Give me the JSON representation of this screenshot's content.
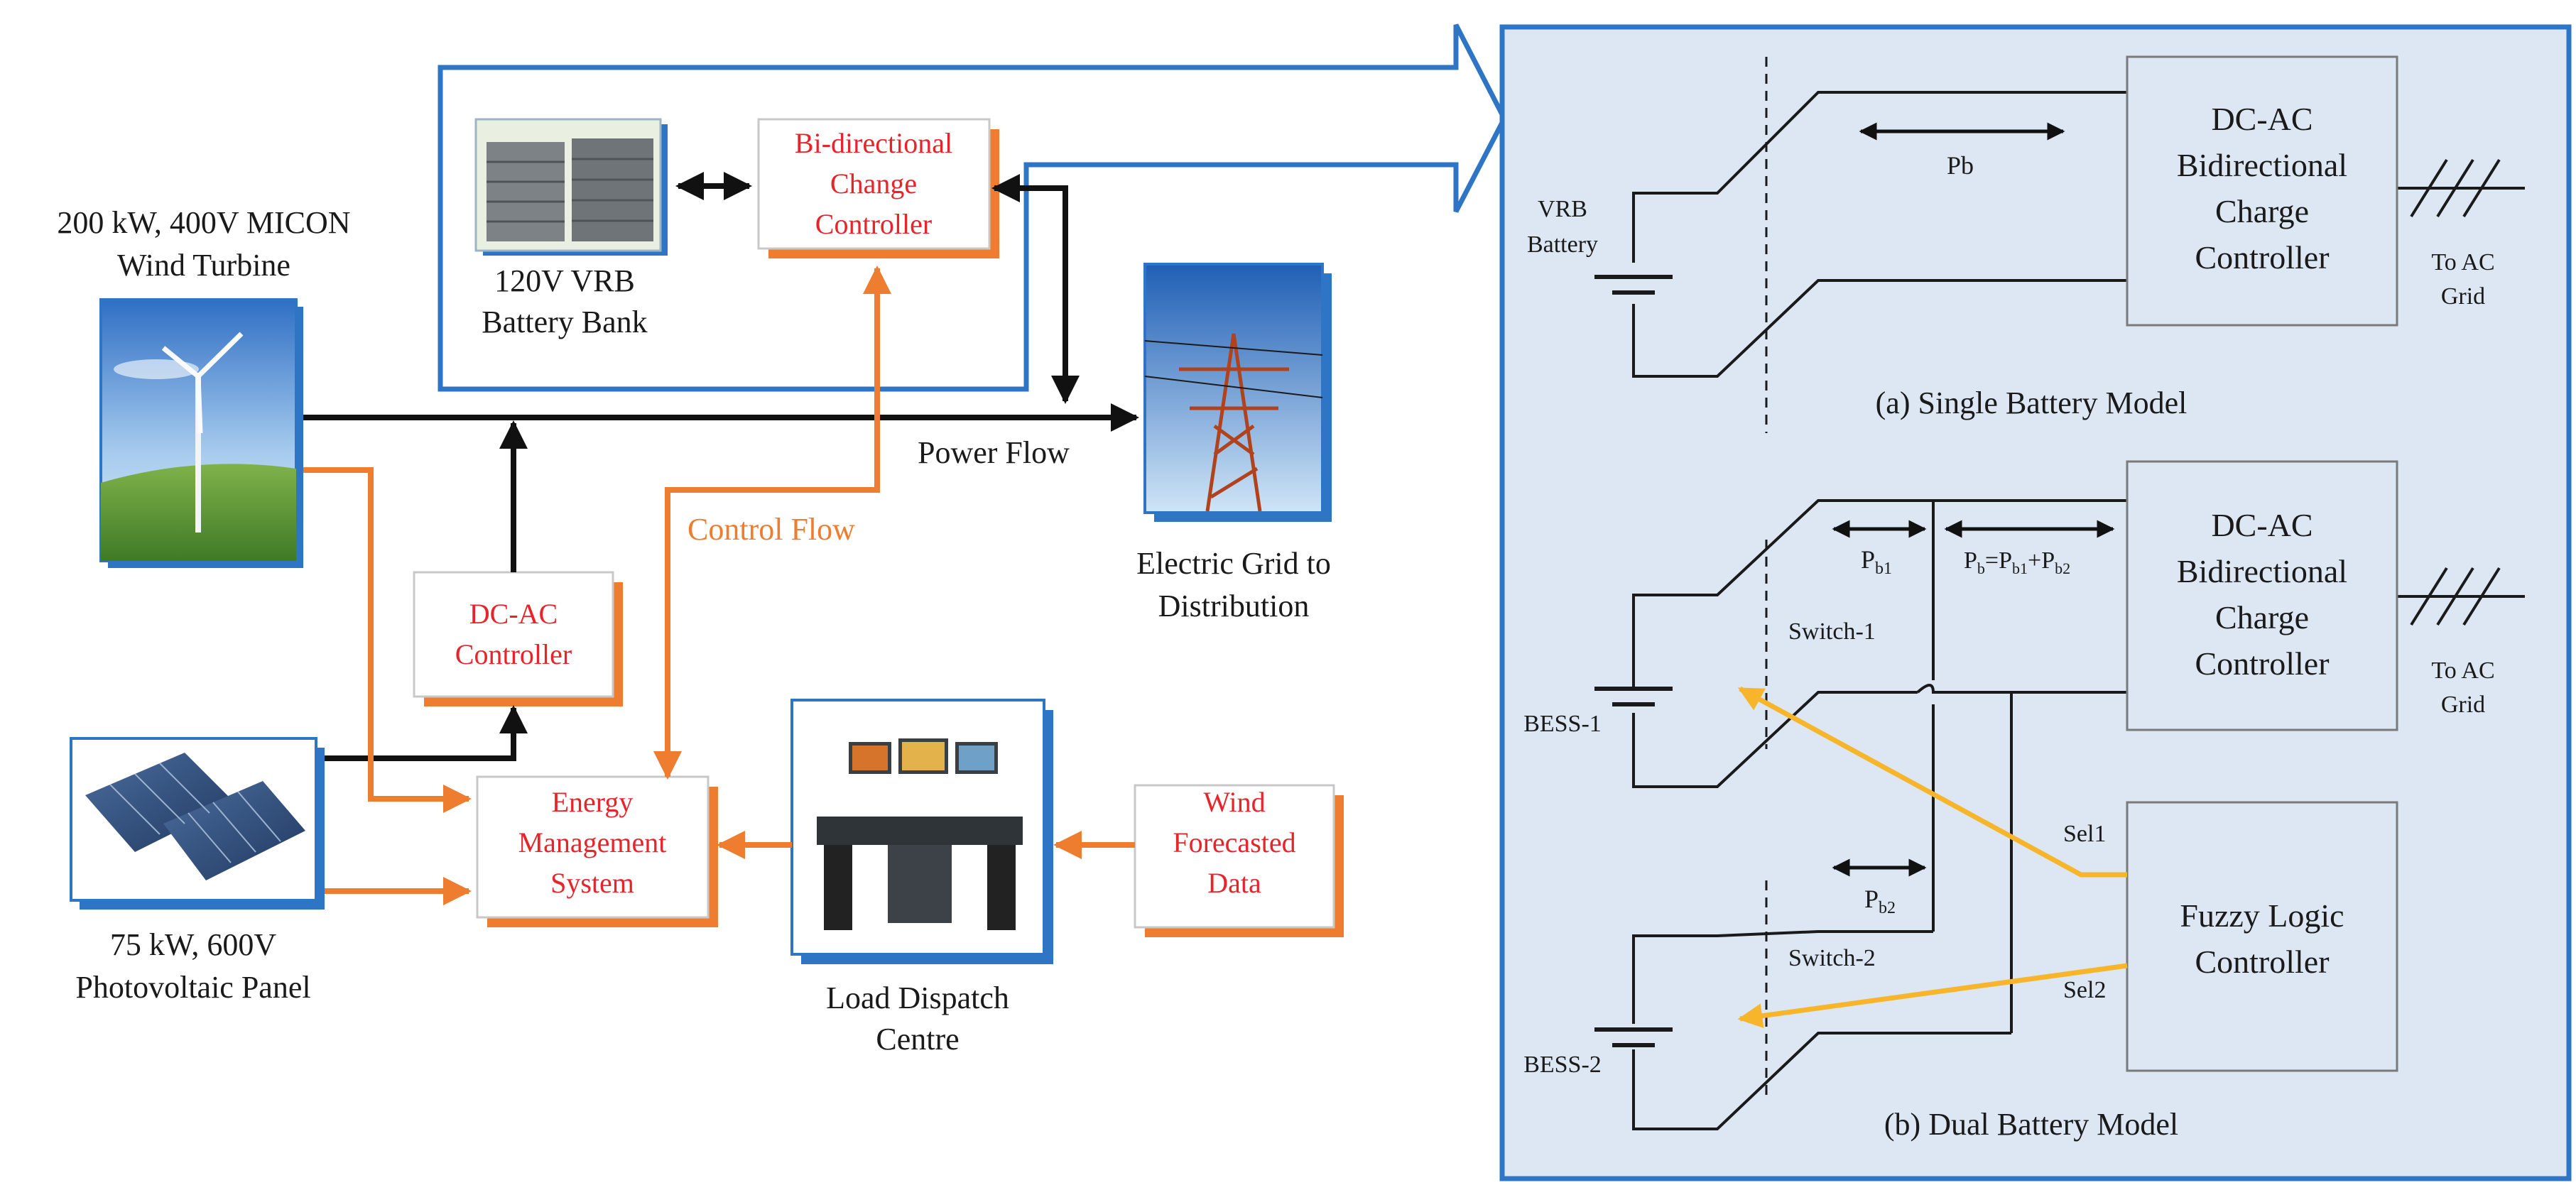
{
  "left": {
    "wind_turbine": {
      "line1": "200 kW, 400V MICON",
      "line2": "Wind Turbine"
    },
    "battery_bank": {
      "line1": "120V VRB",
      "line2": "Battery Bank"
    },
    "bidir_controller": {
      "line1": "Bi-directional",
      "line2": "Change",
      "line3": "Controller"
    },
    "power_flow": "Power Flow",
    "control_flow": "Control Flow",
    "electric_grid": {
      "line1": "Electric Grid to",
      "line2": "Distribution"
    },
    "dcac_controller": {
      "line1": "DC-AC",
      "line2": "Controller"
    },
    "pv_panel": {
      "line1": "75 kW, 600V",
      "line2": "Photovoltaic Panel"
    },
    "ems": {
      "line1": "Energy",
      "line2": "Management",
      "line3": "System"
    },
    "load_dispatch": {
      "line1": "Load Dispatch",
      "line2": "Centre"
    },
    "wind_forecast": {
      "line1": "Wind",
      "line2": "Forecasted",
      "line3": "Data"
    }
  },
  "right": {
    "single": {
      "battery": {
        "line1": "VRB",
        "line2": "Battery"
      },
      "pb": "Pb",
      "controller": {
        "line1": "DC-AC",
        "line2": "Bidirectional",
        "line3": "Charge",
        "line4": "Controller"
      },
      "to_grid": {
        "line1": "To AC",
        "line2": "Grid"
      },
      "caption": "(a) Single Battery Model"
    },
    "dual": {
      "pb1": {
        "base": "P",
        "sub": "b1"
      },
      "pb_sum": {
        "p1": "P",
        "s1": "b",
        "eq": "=P",
        "s2": "b1",
        "plus": "+P",
        "s3": "b2"
      },
      "switch1": "Switch-1",
      "switch2": "Switch-2",
      "bess1": "BESS-1",
      "bess2": "BESS-2",
      "pb2": {
        "base": "P",
        "sub": "b2"
      },
      "sel1": "Sel1",
      "sel2": "Sel2",
      "controller": {
        "line1": "DC-AC",
        "line2": "Bidirectional",
        "line3": "Charge",
        "line4": "Controller"
      },
      "fuzzy": {
        "line1": "Fuzzy Logic",
        "line2": "Controller"
      },
      "to_grid": {
        "line1": "To AC",
        "line2": "Grid"
      },
      "caption": "(b) Dual Battery Model"
    }
  },
  "colors": {
    "accent_blue": "#2e75c5",
    "panel_fill": "#dce7f3",
    "control_orange": "#ef7d2f",
    "select_yellow": "#f7b52c",
    "label_red": "#e8242b"
  },
  "icons": [
    "wind-turbine-photo",
    "vrb-battery-photo",
    "transmission-tower-photo",
    "solar-panel-photo",
    "control-room-photo"
  ]
}
